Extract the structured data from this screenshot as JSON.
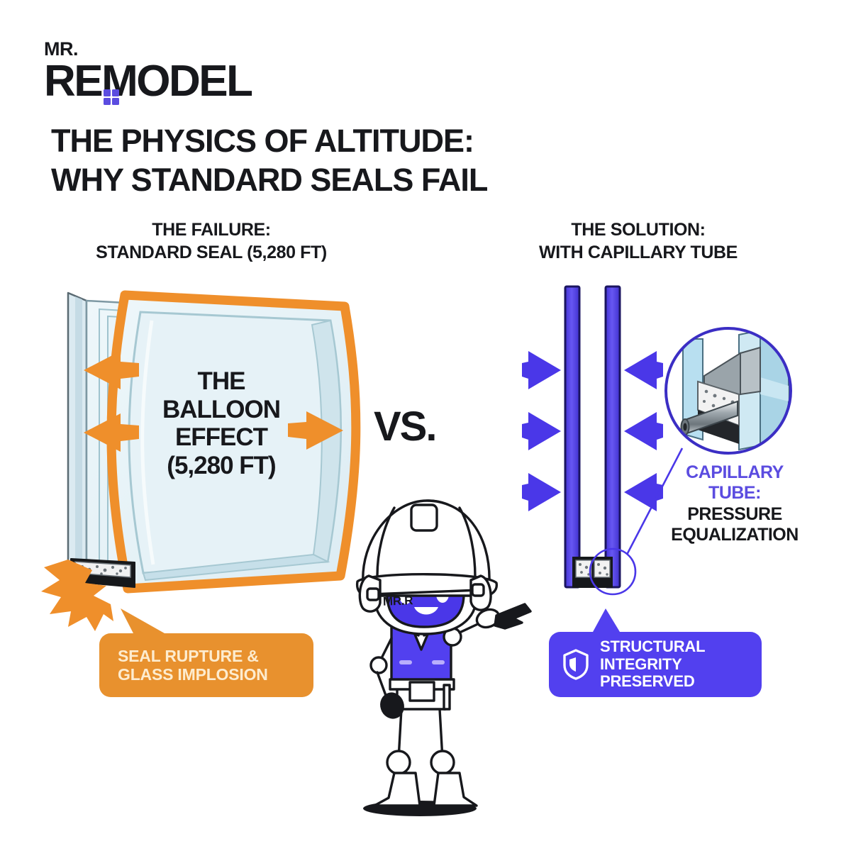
{
  "brand": {
    "prefix": "MR.",
    "name": "REMODEL",
    "grid_icon": "four-square-grid-icon",
    "accent_purple": "#5b4ce0",
    "ink": "#17181c"
  },
  "title": {
    "line1": "THE PHYSICS OF ALTITUDE:",
    "line2": "WHY STANDARD SEALS FAIL"
  },
  "columns": {
    "left": {
      "head_line1": "THE FAILURE:",
      "head_line2": "STANDARD SEAL (5,280 FT)",
      "diagram_label": {
        "l1": "THE",
        "l2": "BALLOON",
        "l3": "EFFECT",
        "l4": "(5,280 FT)"
      },
      "banner": "SEAL RUPTURE & GLASS IMPLOSION",
      "banner_line1": "SEAL RUPTURE &",
      "banner_line2": "GLASS IMPLOSION",
      "banner_color": "#e8912e",
      "banner_text_color": "#fdeccf",
      "arrow_color": "#ef8f2b",
      "arrow_count": 3
    },
    "right": {
      "head_line1": "THE SOLUTION:",
      "head_line2": "WITH CAPILLARY TUBE",
      "callout": {
        "hl_line1": "CAPILLARY",
        "hl_line2": "TUBE:",
        "bk_line1": "PRESSURE",
        "bk_line2": "EQUALIZATION"
      },
      "banner_line1": "STRUCTURAL",
      "banner_line2": "INTEGRITY",
      "banner_line3": "PRESERVED",
      "banner_color": "#5240ef",
      "banner_text_color": "#ffffff",
      "shield_icon": "shield-icon",
      "arrow_color": "#4a37e8",
      "arrow_count_per_side": 3
    }
  },
  "versus": "VS.",
  "mascot": {
    "helmet_text": "MR.R",
    "vest_color": "#5240ef",
    "face_color": "#4a37e8"
  },
  "palette": {
    "glass_tint": "#e3f0f5",
    "glass_edge": "#9fc3ce",
    "pane_purple": "#5040e8",
    "pane_outline": "#1b1560",
    "spacer_gray": "#b9c3c8",
    "desiccant": "#f2f2f2"
  }
}
